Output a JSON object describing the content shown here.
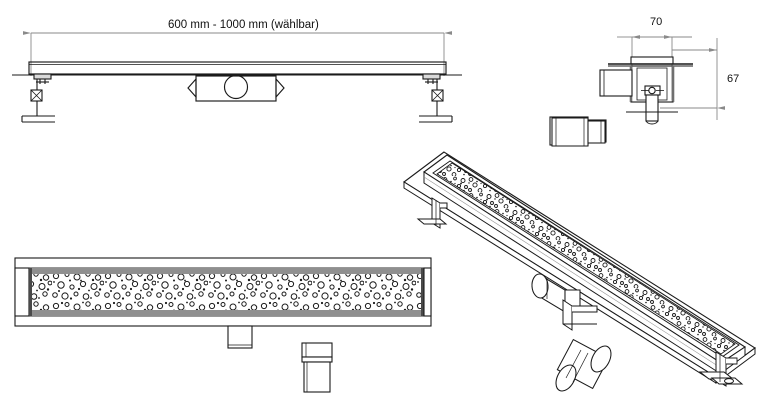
{
  "drawing": {
    "title": "Linear shower drain channel technical drawing",
    "background_color": "#ffffff",
    "line_color": "#1a1a1a",
    "dim_line_color": "#8a8a8a",
    "hatch_color": "#9a9a9a",
    "shade_color": "#d9d9d9"
  },
  "views": {
    "front_elevation": {
      "name": "Front elevation with length dimension",
      "dimension_label": "600 mm - 1000 mm (wählbar)"
    },
    "side_section": {
      "name": "Side cross-section",
      "width_label": "70",
      "height_label": "67"
    },
    "top_view": {
      "name": "Top view of perforated grate",
      "grate_pattern": "bubble-perforation"
    },
    "isometric_view": {
      "name": "3D isometric view of drain channel"
    }
  },
  "labels": {
    "length_range": "600 mm - 1000 mm (wählbar)",
    "width_mm": "70",
    "height_mm": "67"
  }
}
